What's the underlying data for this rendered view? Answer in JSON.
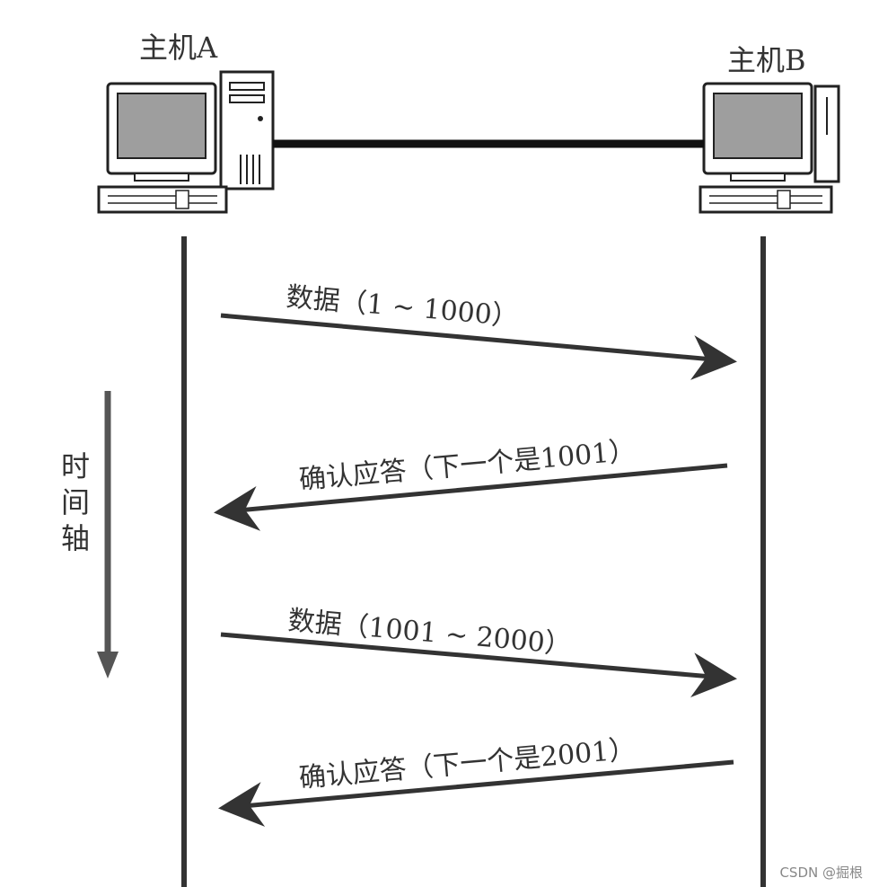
{
  "hosts": {
    "a": {
      "label": "主机A"
    },
    "b": {
      "label": "主机B"
    }
  },
  "time_axis": {
    "label_chars": [
      "时",
      "间",
      "轴"
    ]
  },
  "messages": [
    {
      "label": "数据（1 ~ 1000）",
      "direction": "a-to-b"
    },
    {
      "label": "确认应答（下一个是1001）",
      "direction": "b-to-a"
    },
    {
      "label": "数据（1001 ~ 2000）",
      "direction": "a-to-b"
    },
    {
      "label": "确认应答（下一个是2001）",
      "direction": "b-to-a"
    }
  ],
  "watermark": "CSDN @掘根",
  "colors": {
    "line": "#333333",
    "screen": "#9e9e9e",
    "outline": "#222222",
    "cable": "#111111"
  }
}
